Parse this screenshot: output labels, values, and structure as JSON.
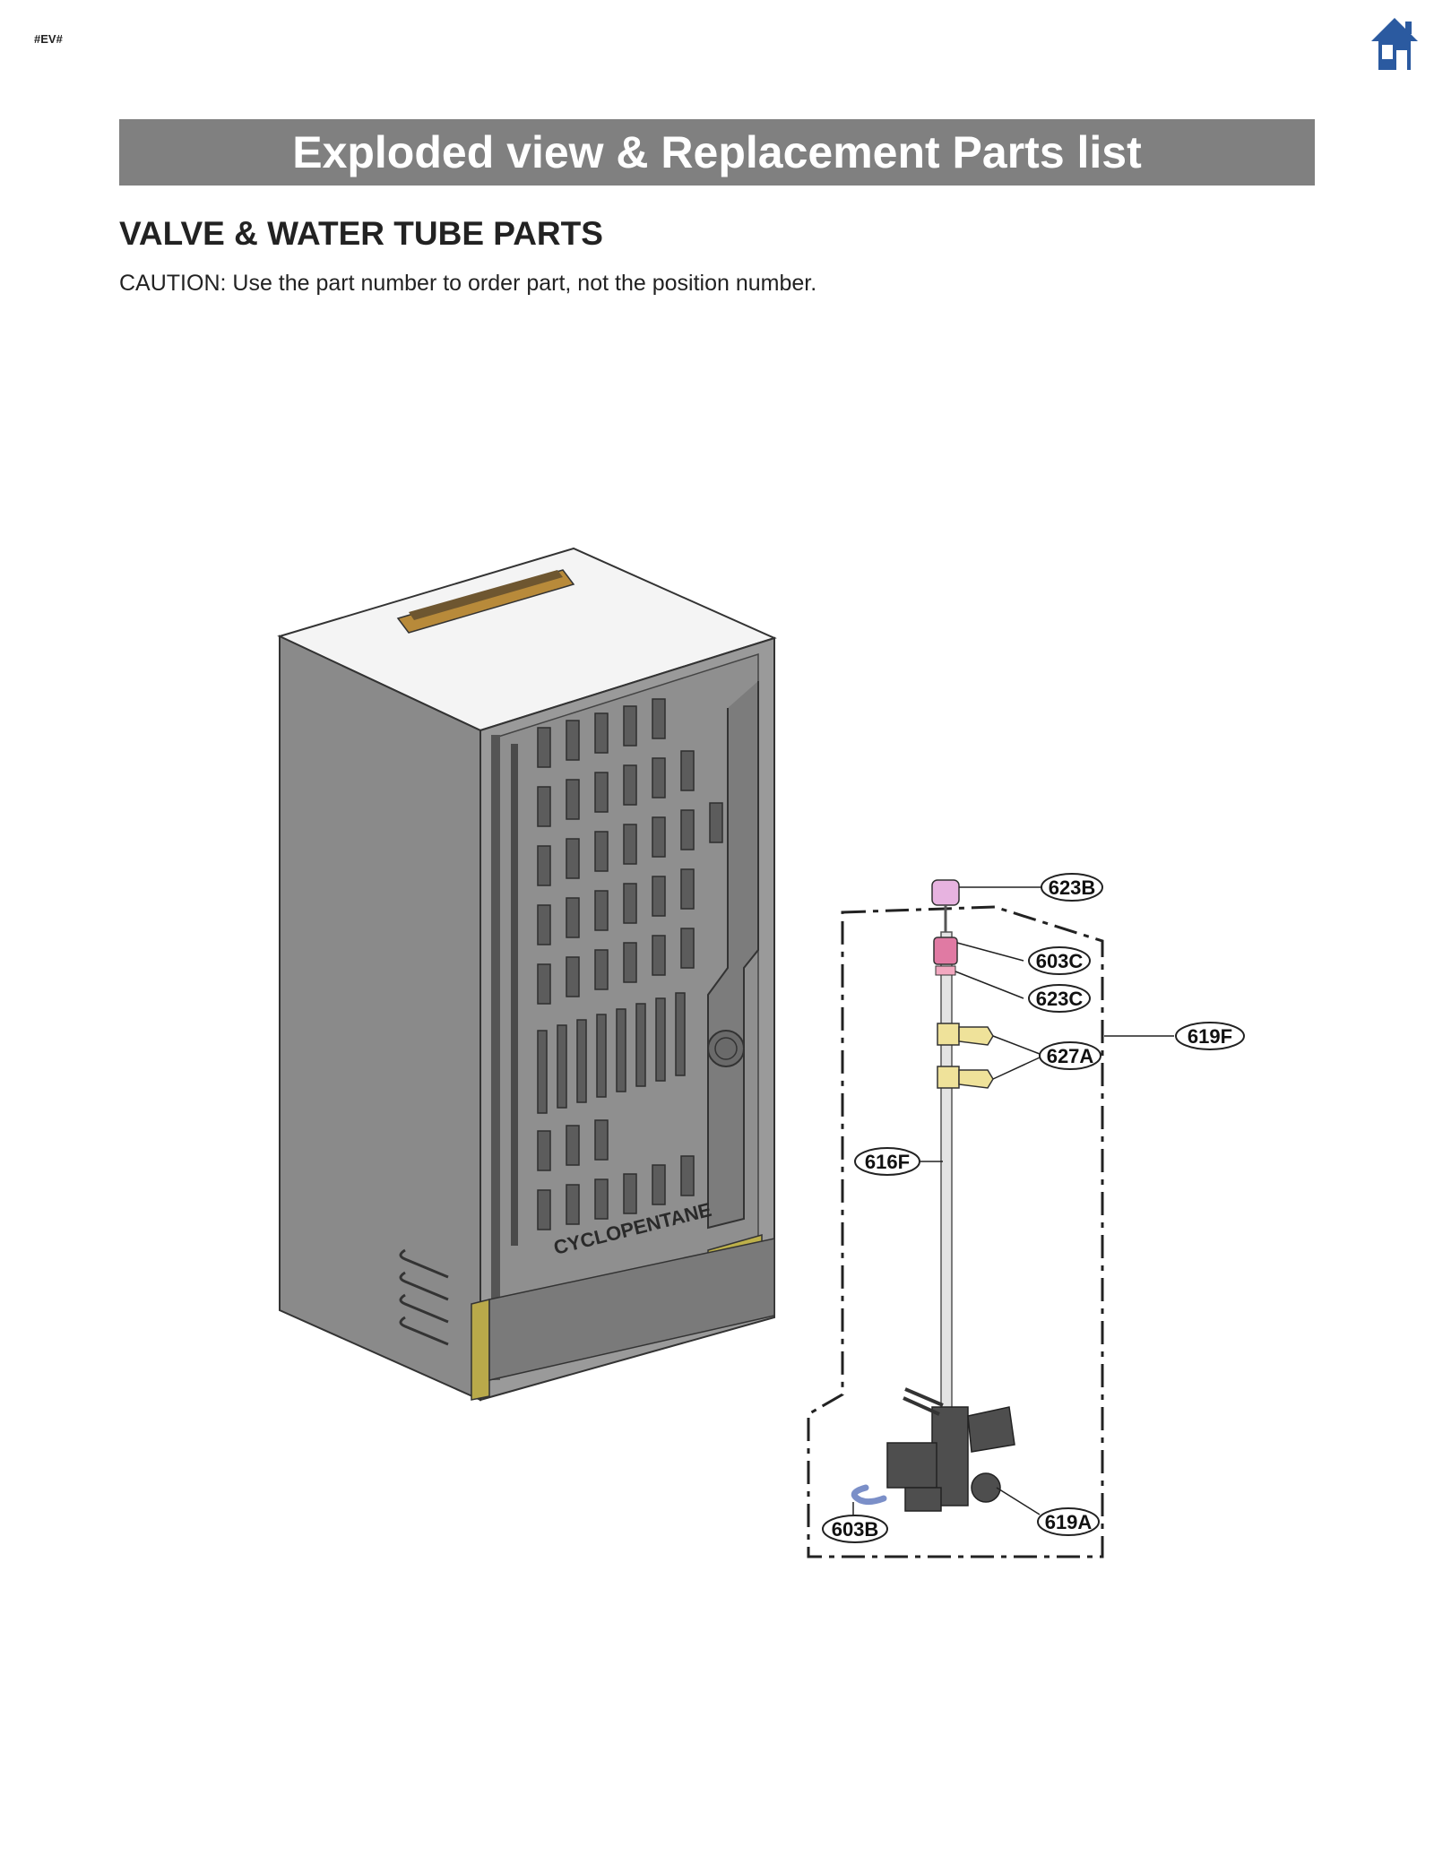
{
  "page": {
    "tag": "#EV#",
    "title": "Exploded view & Replacement Parts list",
    "section_title": "VALVE & WATER TUBE PARTS",
    "caution": "CAUTION: Use the part number to order part, not the position number."
  },
  "icons": {
    "home": "home-icon"
  },
  "diagram": {
    "cabinet_text": "CYCLOPENTANE",
    "callouts": [
      "623B",
      "603C",
      "623C",
      "627A",
      "619F",
      "616F",
      "603B",
      "619A"
    ]
  },
  "colors": {
    "title_bar": "#808080",
    "home_icon": "#2b5aa0"
  }
}
